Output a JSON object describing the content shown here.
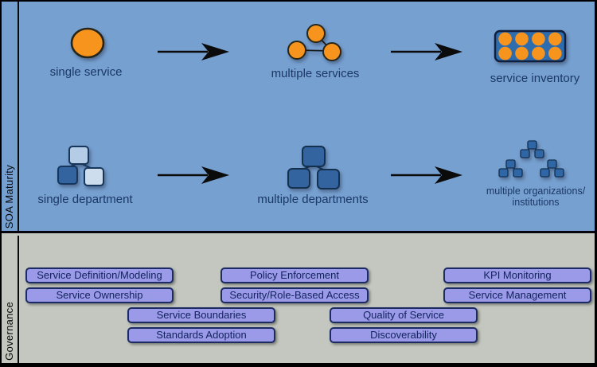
{
  "maturity": {
    "sidebar_label": "SOA Maturity",
    "services_row": {
      "stage1_label": "single service",
      "stage2_label": "multiple services",
      "stage3_label": "service inventory"
    },
    "departments_row": {
      "stage1_label": "single department",
      "stage2_label": "multiple departments",
      "stage3_label_line1": "multiple organizations/",
      "stage3_label_line2": "institutions"
    }
  },
  "governance": {
    "sidebar_label": "Governance",
    "buttons": [
      {
        "label": "Service Definition/Modeling"
      },
      {
        "label": "Policy Enforcement"
      },
      {
        "label": "KPI Monitoring"
      },
      {
        "label": "Service Ownership"
      },
      {
        "label": "Security/Role-Based Access"
      },
      {
        "label": "Service Management"
      },
      {
        "label": "Service Boundaries"
      },
      {
        "label": "Quality of Service"
      },
      {
        "label": "Standards Adoption"
      },
      {
        "label": "Discoverability"
      }
    ]
  },
  "icons": {
    "single_service": "single-service-icon",
    "multiple_services": "multiple-services-icon",
    "service_inventory": "service-inventory-icon",
    "single_department": "single-department-icon",
    "multiple_departments": "multiple-departments-icon",
    "multiple_organizations": "multiple-organizations-icon",
    "arrow": "arrow-right-icon"
  },
  "colors": {
    "maturity_bg": "#76a0d0",
    "governance_bg": "#c3c7bf",
    "button_fill": "#9a9ae9",
    "button_border": "#1c2b63",
    "button_text": "#12225c",
    "service_orange": "#f7941e",
    "department_blue": "#33649f",
    "light_node_blue": "#cddded",
    "inventory_box_blue": "#2e6cb0",
    "label_text": "#1b3866",
    "outline_black": "#0a0a0a"
  }
}
